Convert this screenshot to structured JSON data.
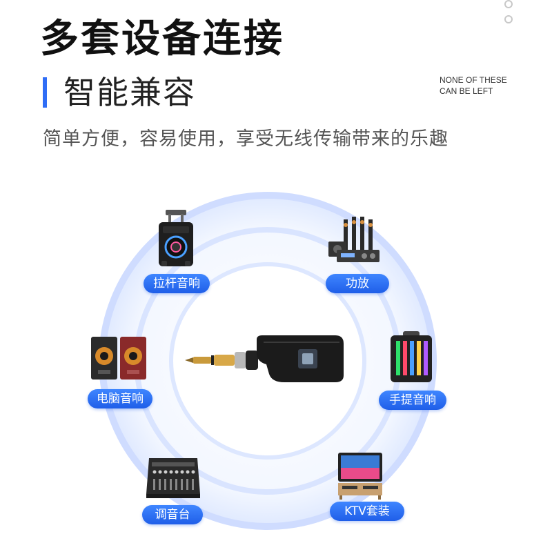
{
  "header": {
    "title": "多套设备连接",
    "subtitle": "智能兼容",
    "note_line1": "NONE OF THESE",
    "note_line2": "CAN BE LEFT",
    "tagline": "简单方便，容易使用，享受无线传输带来的乐趣"
  },
  "devices": {
    "trolley_speaker": "拉杆音响",
    "amplifier": "功放",
    "computer_speaker": "电脑音响",
    "portable_speaker": "手提音响",
    "mixer": "调音台",
    "ktv_set": "KTV套装"
  },
  "colors": {
    "accent": "#2f6df6",
    "label_bg": "#2a6ff0",
    "ring": "#b8ccff"
  },
  "icons": {
    "center": "wireless-guitar-transmitter-icon",
    "dots": "pagination-dot-icon"
  }
}
